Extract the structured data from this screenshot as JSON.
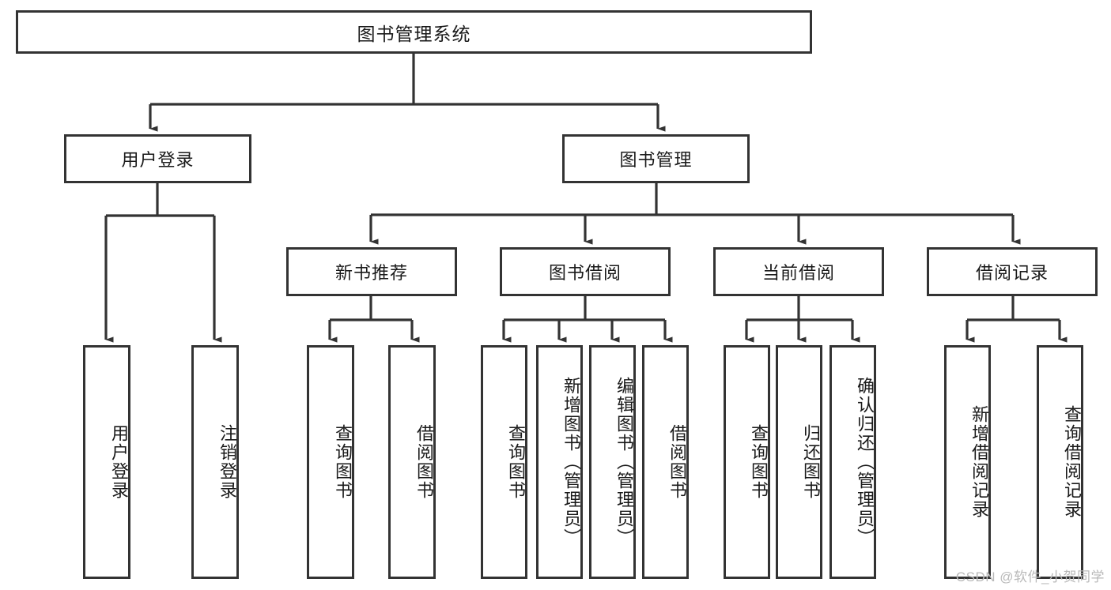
{
  "diagram": {
    "title": "图书管理系统",
    "root": {
      "id": "root",
      "label": "图书管理系统"
    },
    "level2": [
      {
        "id": "user-login",
        "label": "用户登录"
      },
      {
        "id": "book-manage",
        "label": "图书管理"
      }
    ],
    "level3": [
      {
        "id": "new-book-recommend",
        "label": "新书推荐"
      },
      {
        "id": "book-borrow",
        "label": "图书借阅"
      },
      {
        "id": "current-borrow",
        "label": "当前借阅"
      },
      {
        "id": "borrow-record",
        "label": "借阅记录"
      }
    ],
    "leaves": {
      "user-login": [
        {
          "id": "leaf-user-login",
          "label": "用户登录"
        },
        {
          "id": "leaf-logout-login",
          "label": "注销登录"
        }
      ],
      "new-book-recommend": [
        {
          "id": "leaf-query-book-1",
          "label": "查询图书"
        },
        {
          "id": "leaf-borrow-book-1",
          "label": "借阅图书"
        }
      ],
      "book-borrow": [
        {
          "id": "leaf-query-book-2",
          "label": "查询图书"
        },
        {
          "id": "leaf-add-book-admin",
          "label": "新增图书（管理员）"
        },
        {
          "id": "leaf-edit-book-admin",
          "label": "编辑图书（管理员）"
        },
        {
          "id": "leaf-borrow-book-2",
          "label": "借阅图书"
        }
      ],
      "current-borrow": [
        {
          "id": "leaf-query-book-3",
          "label": "查询图书"
        },
        {
          "id": "leaf-return-book",
          "label": "归还图书"
        },
        {
          "id": "leaf-confirm-return-admin",
          "label": "确认归还（管理员）"
        }
      ],
      "borrow-record": [
        {
          "id": "leaf-add-borrow-record",
          "label": "新增借阅记录"
        },
        {
          "id": "leaf-query-borrow-record",
          "label": "查询借阅记录"
        }
      ]
    }
  },
  "watermark": {
    "text": "CSDN @软件_小贺同学"
  },
  "colors": {
    "line": "#333333",
    "box_border": "#333333",
    "text": "#1a1a1a",
    "watermark": "#b9b9b9",
    "background": "#ffffff"
  }
}
